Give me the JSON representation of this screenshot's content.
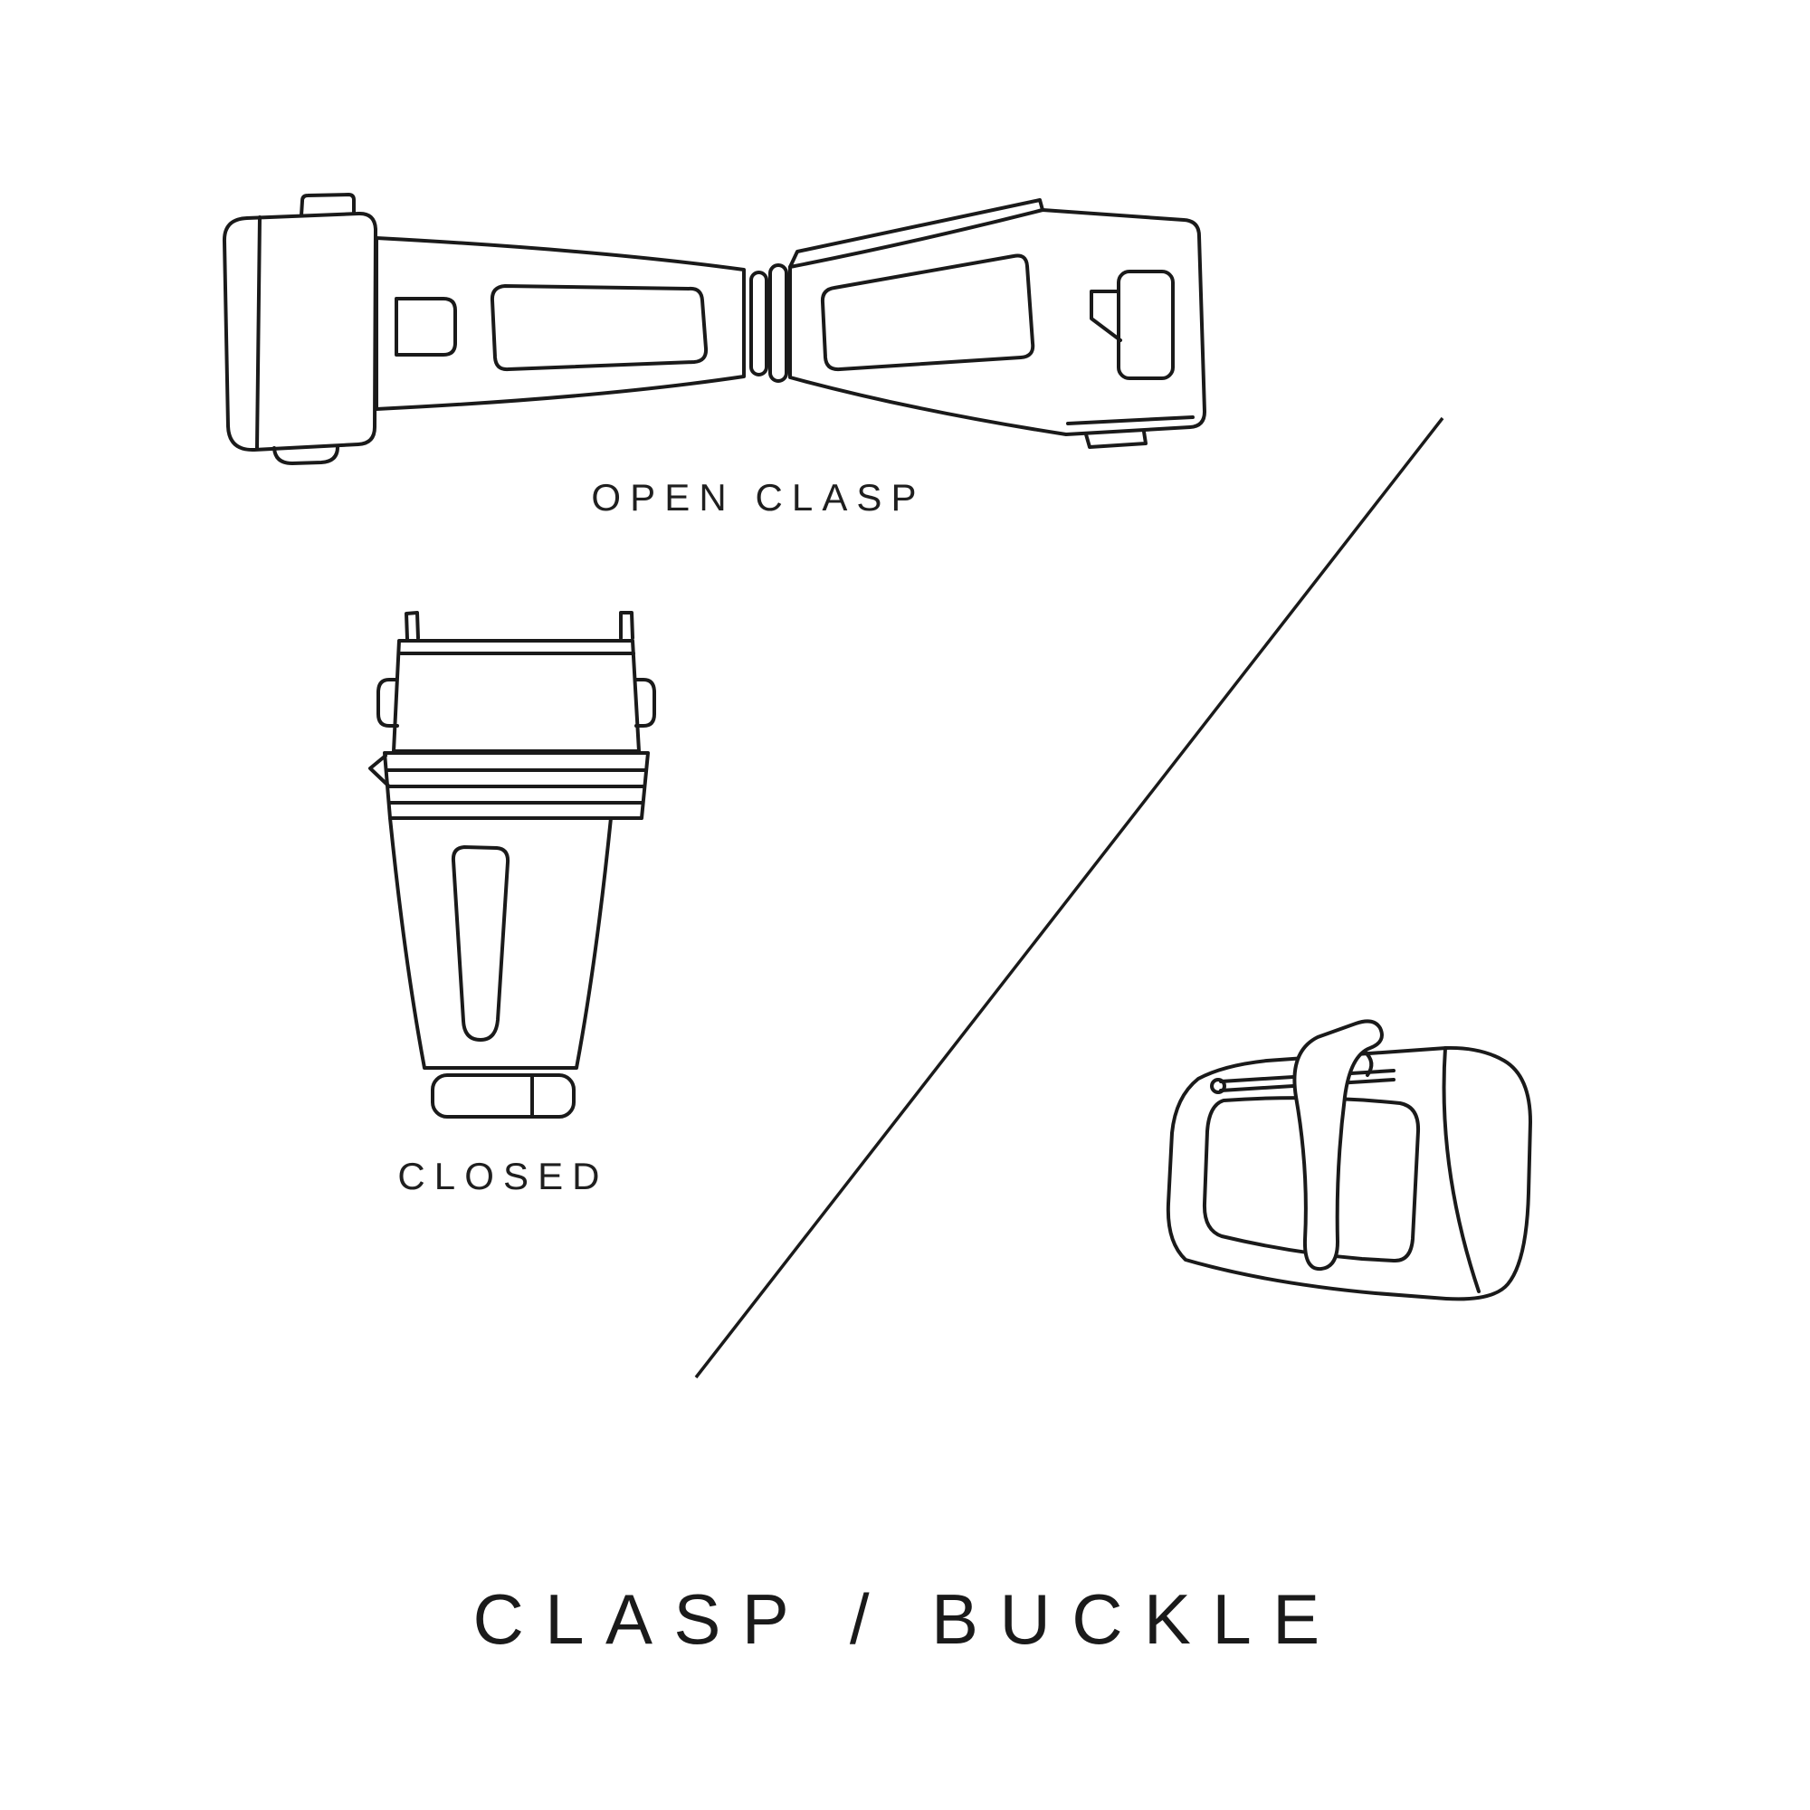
{
  "page": {
    "title": "CLASP / BUCKLE",
    "background_color": "#ffffff",
    "line_color": "#1a1a1a",
    "text_color": "#1f1f1f"
  },
  "figures": {
    "open_clasp": {
      "label": "OPEN CLASP"
    },
    "closed_clasp": {
      "label": "CLOSED"
    },
    "buckle": {
      "label": ""
    }
  }
}
